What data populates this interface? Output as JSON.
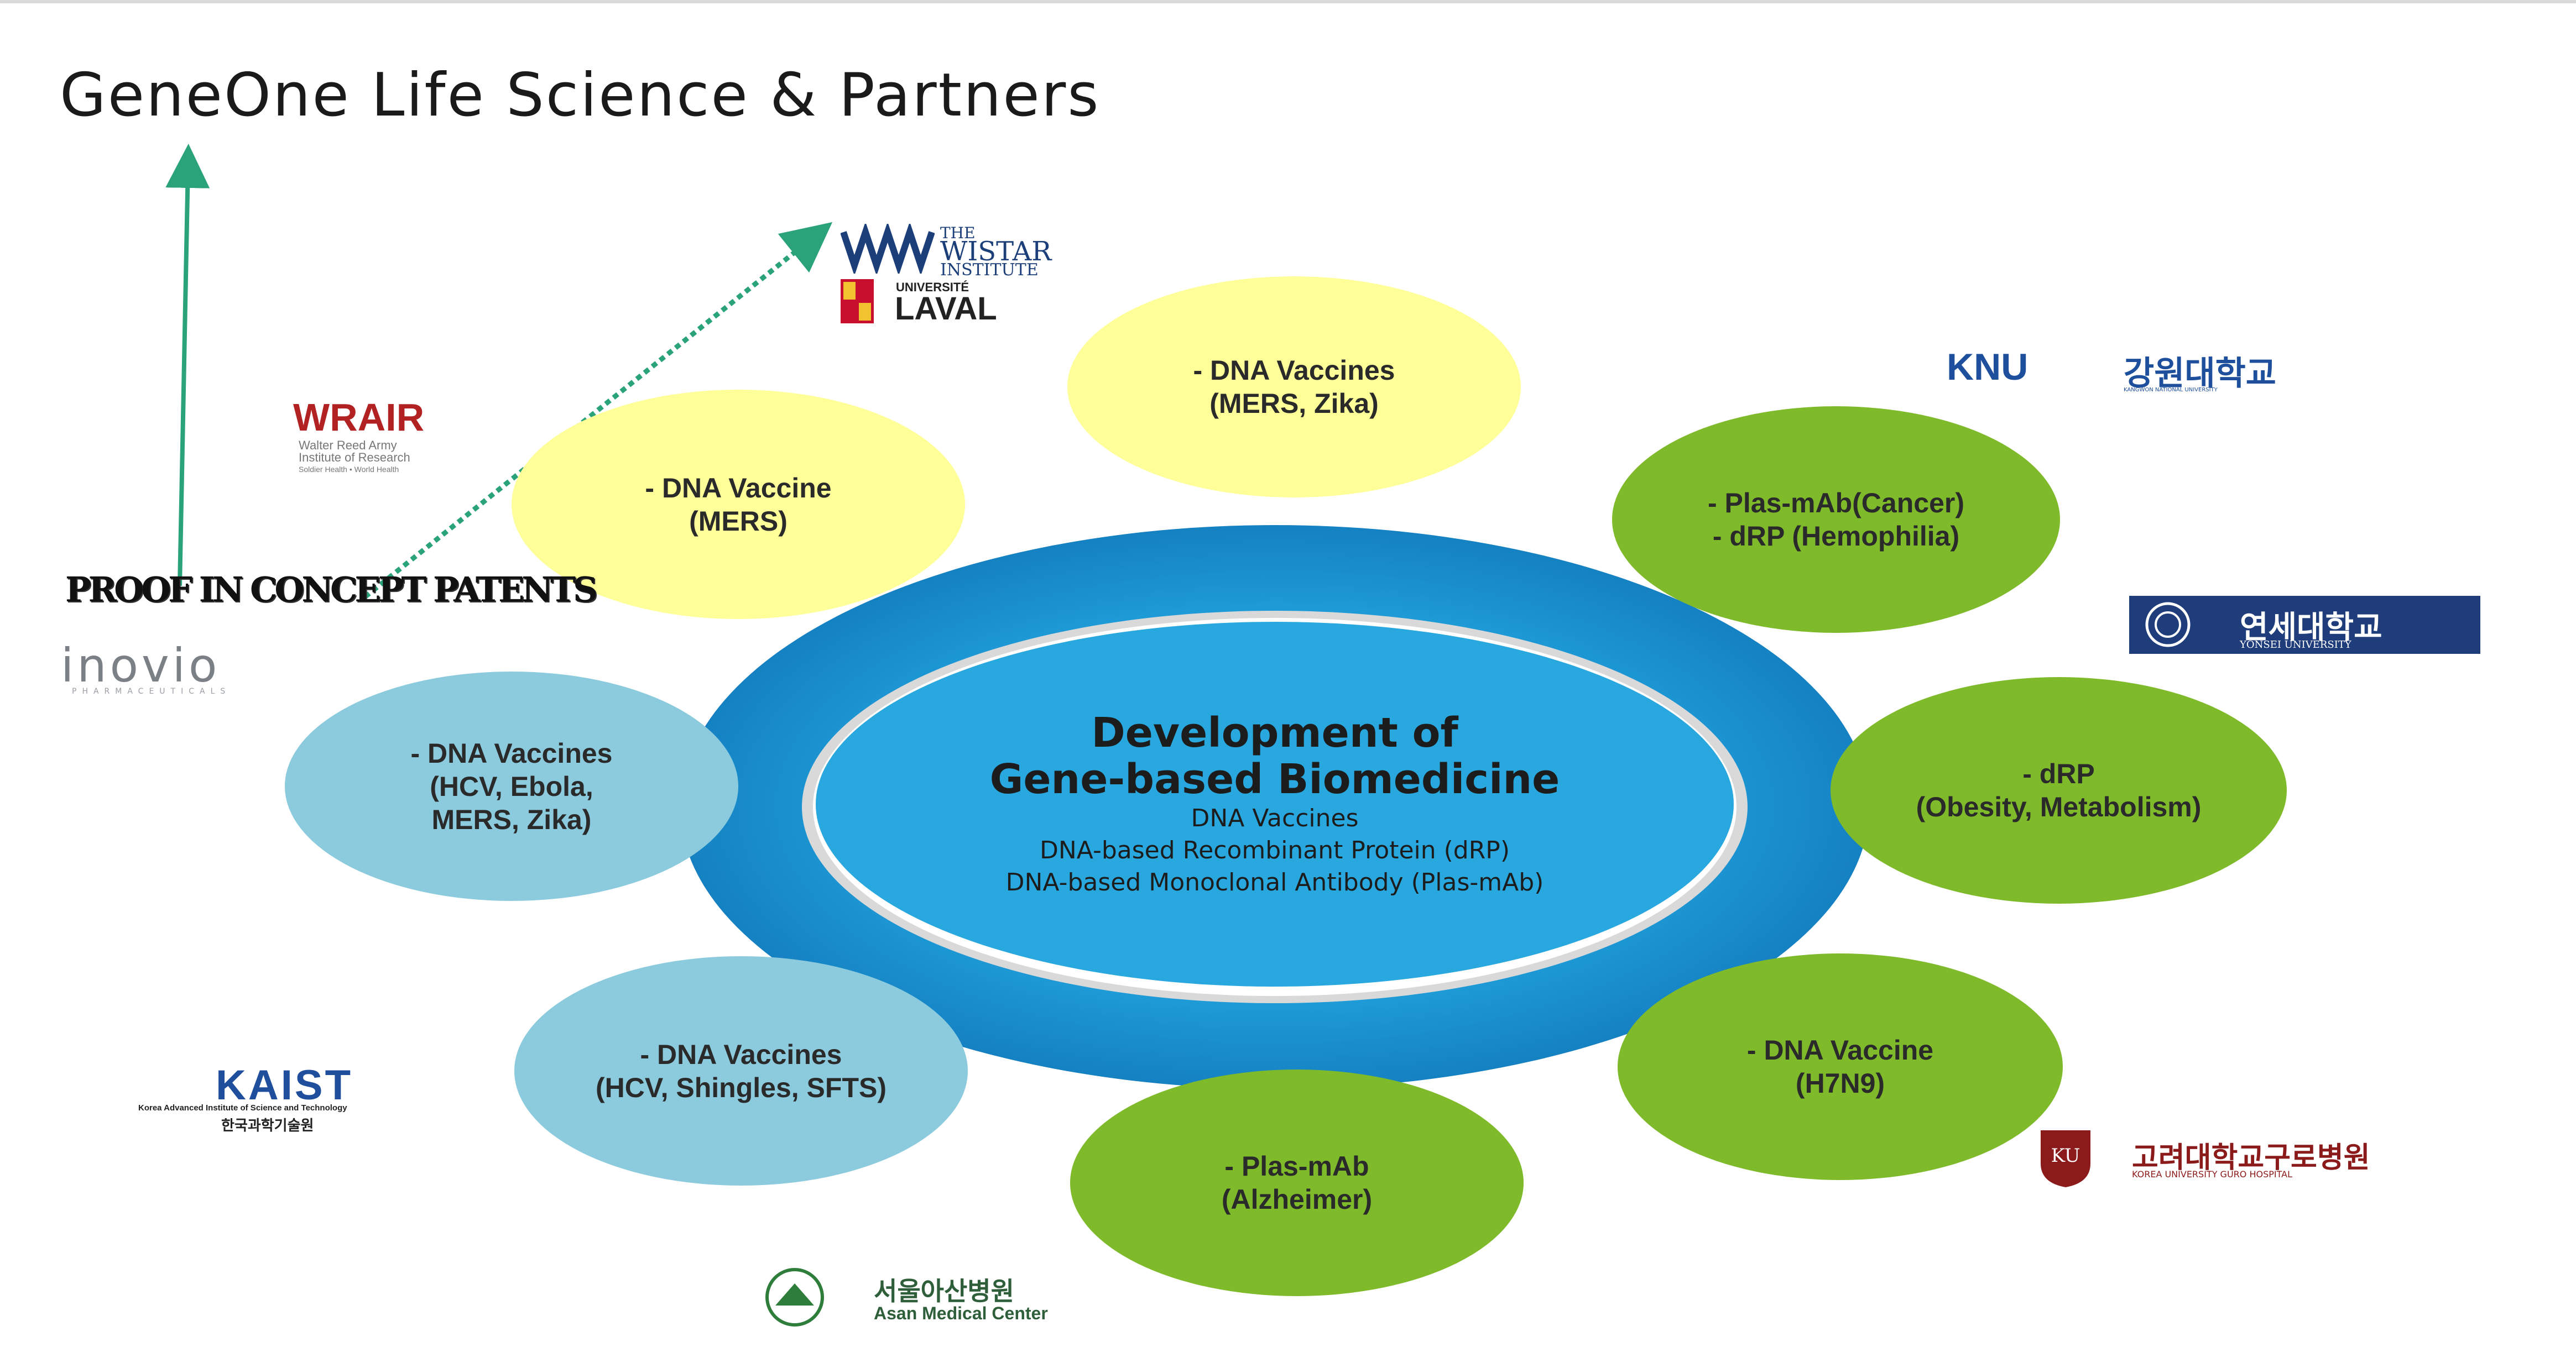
{
  "title": "GeneOne Life Science & Partners",
  "annotation": "PROOF IN CONCEPT PATENTS",
  "center": {
    "title_line1": "Development of",
    "title_line2": "Gene-based Biomedicine",
    "lines": [
      "DNA Vaccines",
      "DNA-based Recombinant Protein (dRP)",
      "DNA-based Monoclonal Antibody (Plas-mAb)"
    ]
  },
  "nodes": [
    {
      "id": "wistar",
      "color": "yellow",
      "lines": [
        "- DNA Vaccines",
        "(MERS, Zika)"
      ]
    },
    {
      "id": "wrair",
      "color": "yellow",
      "lines": [
        "- DNA Vaccine",
        "(MERS)"
      ]
    },
    {
      "id": "inovio",
      "color": "light-blue",
      "lines": [
        "- DNA Vaccines",
        "(HCV, Ebola,",
        "MERS, Zika)"
      ]
    },
    {
      "id": "kaist",
      "color": "light-blue",
      "lines": [
        "- DNA Vaccines",
        "(HCV, Shingles, SFTS)"
      ]
    },
    {
      "id": "asan",
      "color": "green",
      "lines": [
        "- Plas-mAb",
        "(Alzheimer)"
      ]
    },
    {
      "id": "korea",
      "color": "green",
      "lines": [
        "- DNA Vaccine",
        "(H7N9)"
      ]
    },
    {
      "id": "yonsei",
      "color": "green",
      "lines": [
        "- dRP",
        "(Obesity, Metabolism)"
      ]
    },
    {
      "id": "knu",
      "color": "green",
      "lines": [
        "- Plas-mAb(Cancer)",
        "- dRP (Hemophilia)"
      ]
    }
  ],
  "logos": {
    "wistar": {
      "line1": "THE",
      "line2": "WISTAR",
      "line3": "INSTITUTE"
    },
    "laval": {
      "line1": "UNIVERSITÉ",
      "line2": "LAVAL"
    },
    "wrair": {
      "name": "WRAIR",
      "sub1": "Walter Reed Army",
      "sub2": "Institute of Research",
      "sub3": "Soldier Health • World Health"
    },
    "inovio": {
      "name": "inovio",
      "sub": "PHARMACEUTICALS"
    },
    "knu": {
      "name": "KNU",
      "korean": "강원대학교",
      "sub": "KANGWON NATIONAL UNIVERSITY"
    },
    "yonsei": {
      "korean": "연세대학교",
      "sub": "YONSEI UNIVERSITY"
    },
    "korea": {
      "korean": "고려대학교구로병원",
      "sub": "KOREA UNIVERSITY GURO HOSPITAL"
    },
    "kaist": {
      "name": "KAIST",
      "sub": "Korea Advanced Institute of Science and Technology",
      "korean": "한국과학기술원"
    },
    "asan": {
      "korean": "서울아산병원",
      "sub": "Asan Medical Center"
    }
  },
  "colors": {
    "ring": "#1e9bd7",
    "center": "#29a8e0",
    "yellow": "#ffff99",
    "green": "#7fba2a",
    "light_blue": "#8ccbdd",
    "arrow": "#2aa27a"
  }
}
